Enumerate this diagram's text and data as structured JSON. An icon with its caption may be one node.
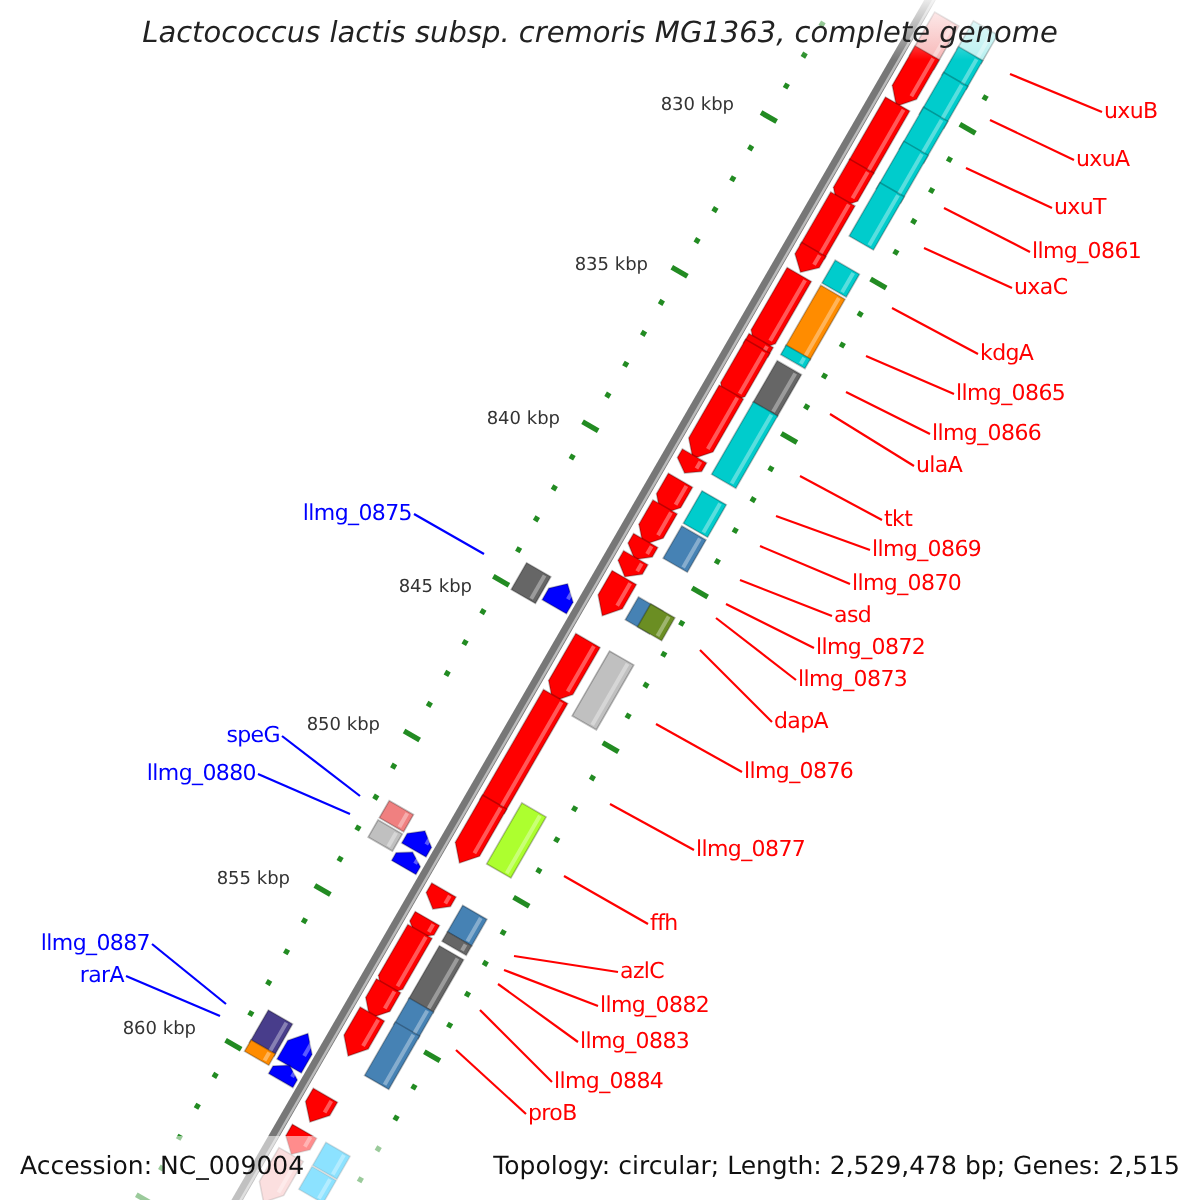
{
  "diagram": {
    "title": "Lactococcus lactis subsp. cremoris MG1363, complete genome",
    "nodes": [
      {
        "text": [
          "uxuB"
        ]
      },
      {
        "text": [
          "uxuA"
        ]
      },
      {
        "text": [
          "uxuT"
        ]
      },
      {
        "text": [
          "llmg_0861"
        ]
      },
      {
        "text": [
          "uxaC"
        ]
      },
      {
        "text": [
          "kdgA"
        ]
      },
      {
        "text": [
          "llmg_0865"
        ]
      },
      {
        "text": [
          "llmg_0866"
        ]
      },
      {
        "text": [
          "ulaA"
        ]
      },
      {
        "text": [
          "llmg_0875"
        ]
      },
      {
        "text": [
          "tkt"
        ]
      },
      {
        "text": [
          "llmg_0869"
        ]
      },
      {
        "text": [
          "llmg_0870"
        ]
      },
      {
        "text": [
          "asd"
        ]
      },
      {
        "text": [
          "llmg_0872"
        ]
      },
      {
        "text": [
          "llmg_0873"
        ]
      },
      {
        "text": [
          "dapA"
        ]
      },
      {
        "text": [
          "speG"
        ]
      },
      {
        "text": [
          "llmg_0880"
        ]
      },
      {
        "text": [
          "llmg_0876"
        ]
      },
      {
        "text": [
          "llmg_0877"
        ]
      },
      {
        "text": [
          "ffh"
        ]
      },
      {
        "text": [
          "llmg_0887"
        ]
      },
      {
        "text": [
          "azlC"
        ]
      },
      {
        "text": [
          "rarA"
        ]
      },
      {
        "text": [
          "llmg_0882"
        ]
      },
      {
        "text": [
          "llmg_0883"
        ]
      },
      {
        "text": [
          "llmg_0884"
        ]
      },
      {
        "text": [
          "proB"
        ]
      }
    ],
    "edges": [
      {
        "from": 0,
        "to": null,
        "arrow": "none"
      },
      {
        "from": 1,
        "to": null,
        "arrow": "none"
      },
      {
        "from": 2,
        "to": null,
        "arrow": "none"
      },
      {
        "from": 3,
        "to": null,
        "arrow": "none"
      },
      {
        "from": 4,
        "to": null,
        "arrow": "none"
      },
      {
        "from": 5,
        "to": null,
        "arrow": "none"
      },
      {
        "from": 6,
        "to": null,
        "arrow": "none"
      },
      {
        "from": 7,
        "to": null,
        "arrow": "none"
      },
      {
        "from": 8,
        "to": null,
        "arrow": "none"
      },
      {
        "from": 9,
        "to": null,
        "arrow": "none",
        "color": "#0000ff"
      },
      {
        "from": 10,
        "to": null,
        "arrow": "none"
      },
      {
        "from": 11,
        "to": null,
        "arrow": "none"
      },
      {
        "from": 12,
        "to": null,
        "arrow": "none"
      },
      {
        "from": 13,
        "to": null,
        "arrow": "none"
      },
      {
        "from": 14,
        "to": null,
        "arrow": "none"
      },
      {
        "from": 15,
        "to": null,
        "arrow": "none"
      },
      {
        "from": 16,
        "to": null,
        "arrow": "none"
      },
      {
        "from": 17,
        "to": null,
        "arrow": "none",
        "color": "#0000ff"
      },
      {
        "from": 18,
        "to": null,
        "arrow": "none",
        "color": "#0000ff"
      },
      {
        "from": 19,
        "to": null,
        "arrow": "none"
      },
      {
        "from": 20,
        "to": null,
        "arrow": "none"
      },
      {
        "from": 21,
        "to": null,
        "arrow": "none"
      },
      {
        "from": 22,
        "to": null,
        "arrow": "none",
        "color": "#0000ff"
      },
      {
        "from": 23,
        "to": null,
        "arrow": "none"
      },
      {
        "from": 24,
        "to": null,
        "arrow": "none",
        "color": "#0000ff"
      },
      {
        "from": 25,
        "to": null,
        "arrow": "none"
      },
      {
        "from": 26,
        "to": null,
        "arrow": "none"
      },
      {
        "from": 27,
        "to": null,
        "arrow": "none"
      },
      {
        "from": 28,
        "to": null,
        "arrow": "none"
      }
    ],
    "labels": [
      "830 kbp",
      "835 kbp",
      "840 kbp",
      "845 kbp",
      "850 kbp",
      "855 kbp",
      "860 kbp",
      "Accession: NC_009004",
      "Topology: circular; Length: 2,529,478 bp; Genes: 2,515"
    ]
  }
}
